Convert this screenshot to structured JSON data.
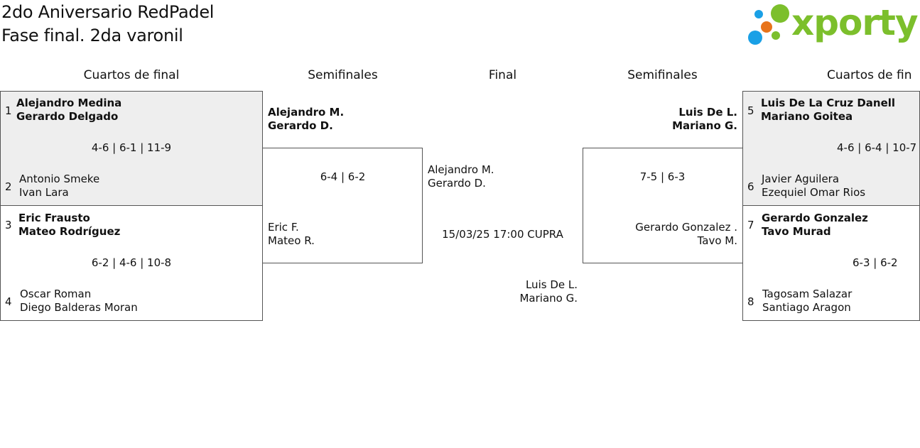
{
  "header": {
    "title_line1": "2do Aniversario RedPadel",
    "title_line2": "Fase final. 2da varonil",
    "logo_text": "xporty"
  },
  "rounds": {
    "qf_left": "Cuartos de final",
    "sf_left": "Semifinales",
    "final": "Final",
    "sf_right": "Semifinales",
    "qf_right": "Cuartos de fin"
  },
  "qf_left": [
    {
      "seed_top": "1",
      "seed_bottom": "2",
      "top": [
        "Alejandro Medina",
        "Gerardo Delgado"
      ],
      "bottom": [
        "Antonio Smeke",
        "Ivan Lara"
      ],
      "score": "4-6 | 6-1 | 11-9"
    },
    {
      "seed_top": "3",
      "seed_bottom": "4",
      "top": [
        "Eric Frausto",
        "Mateo Rodríguez"
      ],
      "bottom": [
        "Oscar Roman",
        "Diego Balderas Moran"
      ],
      "score": "6-2 | 4-6 | 10-8"
    }
  ],
  "qf_right": [
    {
      "seed_top": "5",
      "seed_bottom": "6",
      "top": [
        "Luis De La Cruz Danell",
        "Mariano Goitea"
      ],
      "bottom": [
        "Javier Aguilera",
        "Ezequiel Omar Rios"
      ],
      "score": "4-6 | 6-4 | 10-7"
    },
    {
      "seed_top": "7",
      "seed_bottom": "8",
      "top": [
        "Gerardo Gonzalez",
        "Tavo Murad"
      ],
      "bottom": [
        "Tagosam Salazar",
        "Santiago Aragon"
      ],
      "score": "6-3 | 6-2"
    }
  ],
  "sf_left": {
    "top": [
      "Alejandro M.",
      "Gerardo D."
    ],
    "bottom": [
      "Eric F.",
      "Mateo R."
    ],
    "score": "6-4 | 6-2"
  },
  "sf_right": {
    "top": [
      "Luis De L.",
      "Mariano G."
    ],
    "bottom": [
      "Gerardo Gonzalez .",
      "Tavo M."
    ],
    "score": "7-5 | 6-3"
  },
  "final": {
    "top": [
      "Alejandro M.",
      "Gerardo D."
    ],
    "bottom": [
      "Luis De L.",
      "Mariano G."
    ],
    "info": "15/03/25 17:00 CUPRA"
  },
  "colors": {
    "logo_green": "#7cbf2c",
    "logo_orange": "#e8731a",
    "logo_blue": "#1aa0e6",
    "played_box": "#eeeeee"
  }
}
